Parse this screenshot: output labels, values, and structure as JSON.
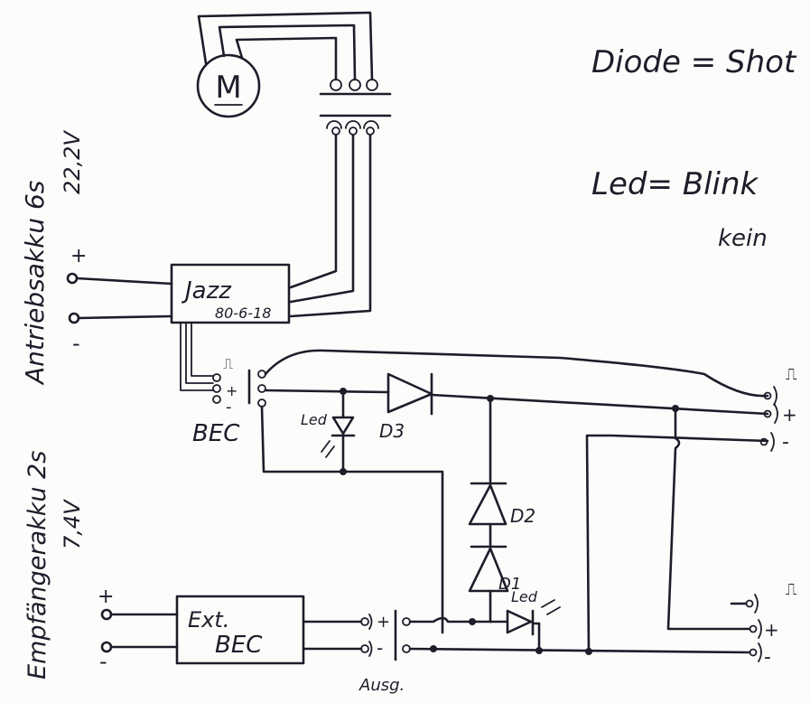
{
  "notes": {
    "diode": "Diode = Shot",
    "led": "Led= Blink",
    "kein": "kein"
  },
  "motor": {
    "label": "M"
  },
  "drive_battery": {
    "label": "Antriebsakku 6s",
    "voltage": "22,2V",
    "plus": "+",
    "minus": "-"
  },
  "receiver_battery": {
    "label": "Empfängerakku 2s",
    "voltage": "7,4V",
    "plus": "+",
    "minus": "-"
  },
  "esc": {
    "name": "Jazz",
    "model": "80-6-18"
  },
  "bec_connector": {
    "label": "BEC",
    "signal": "⎍",
    "plus": "+",
    "minus": "-"
  },
  "ext_bec": {
    "line1": "Ext.",
    "line2": "BEC"
  },
  "components": {
    "led1": "Led",
    "d3": "D3",
    "d2": "D2",
    "d1": "D1",
    "led2": "Led"
  },
  "ext_outputs": {
    "plus": "+",
    "minus": "-",
    "label": "Ausg."
  },
  "outputs_top": {
    "signal": "⎍",
    "plus": "+",
    "minus": "-"
  },
  "outputs_bottom": {
    "signal": "⎍",
    "plus": "+",
    "minus": "-"
  }
}
